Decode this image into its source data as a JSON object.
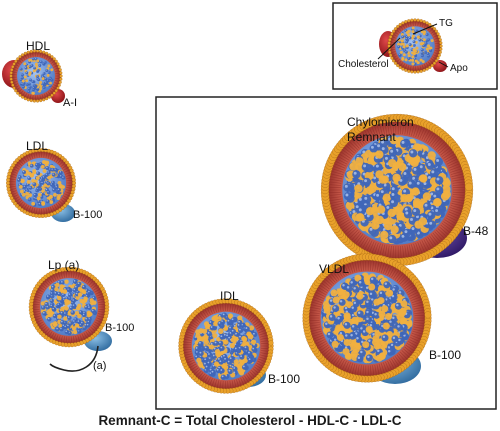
{
  "labels": {
    "hdl": "HDL",
    "hdl_apo": "A-I",
    "ldl": "LDL",
    "ldl_apo": "B-100",
    "lpa": "Lp (a)",
    "lpa_apo": "B-100",
    "lpa_a": "(a)",
    "legend_tg": "TG",
    "legend_cholesterol": "Cholesterol",
    "legend_apo": "Apo",
    "chylo_line1": "Chylomicron",
    "chylo_line2": "Remnant",
    "chylo_apo": "B-48",
    "vldl": "VLDL",
    "vldl_apo": "B-100",
    "idl": "IDL",
    "idl_apo": "B-100"
  },
  "equation": "Remnant-C = Total Cholesterol - HDL-C - LDL-C",
  "colors": {
    "shell": "#b9443a",
    "shell_dark": "#8e2a25",
    "phospholipid_head": "#e9a12a",
    "core_blue": "#5b86cf",
    "core_blue_light": "#8fb1e8",
    "cholesterol_ball": "#3f66b8",
    "tg_ball": "#f0b040",
    "apo_blue": "#4a86b8",
    "apo_purple": "#4a2a86",
    "apo_red": "#b11f24",
    "frame": "#222222"
  }
}
